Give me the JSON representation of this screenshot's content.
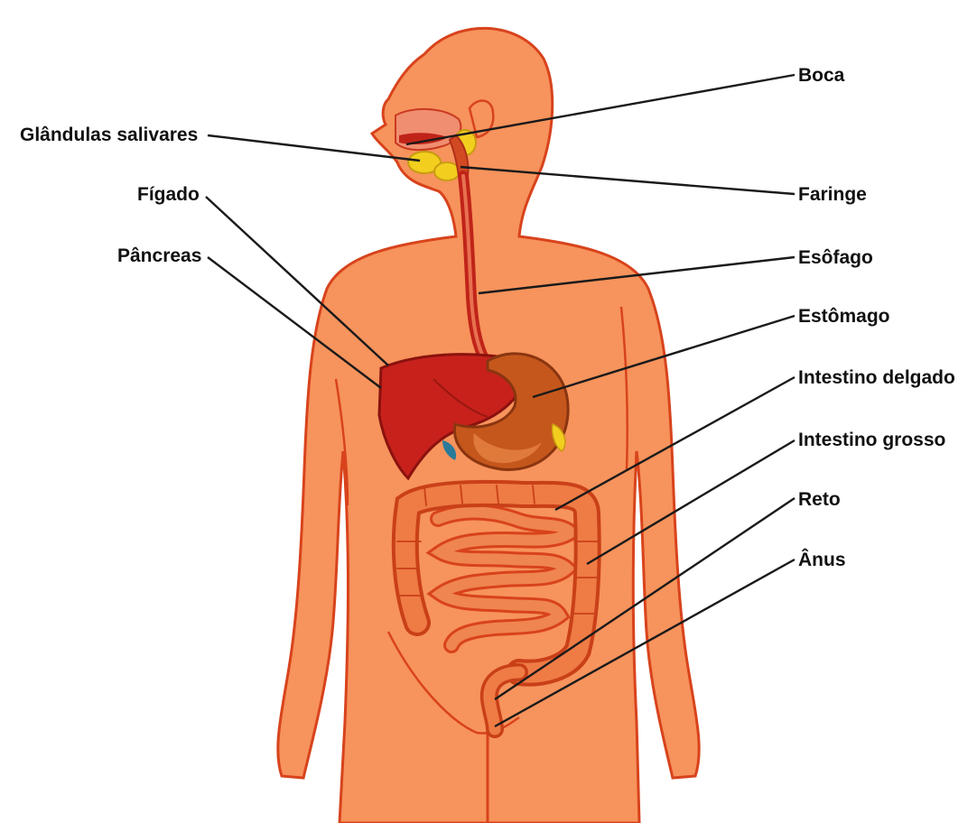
{
  "labels": {
    "boca": "Boca",
    "glandulas_salivares": "Glândulas salivares",
    "faringe": "Faringe",
    "figado": "Fígado",
    "pancreas": "Pâncreas",
    "esofago": "Esôfago",
    "estomago": "Estômago",
    "intestino_delgado": "Intestino delgado",
    "intestino_grosso": "Intestino grosso",
    "reto": "Reto",
    "anus": "Ânus"
  },
  "colors": {
    "skin": "#f7935c",
    "skin_outline": "#d8431c",
    "liver": "#c8211c",
    "stomach": "#c5571c",
    "intestine": "#ef7b45",
    "gland": "#f2cf1f",
    "esophagus": "#c02418"
  }
}
